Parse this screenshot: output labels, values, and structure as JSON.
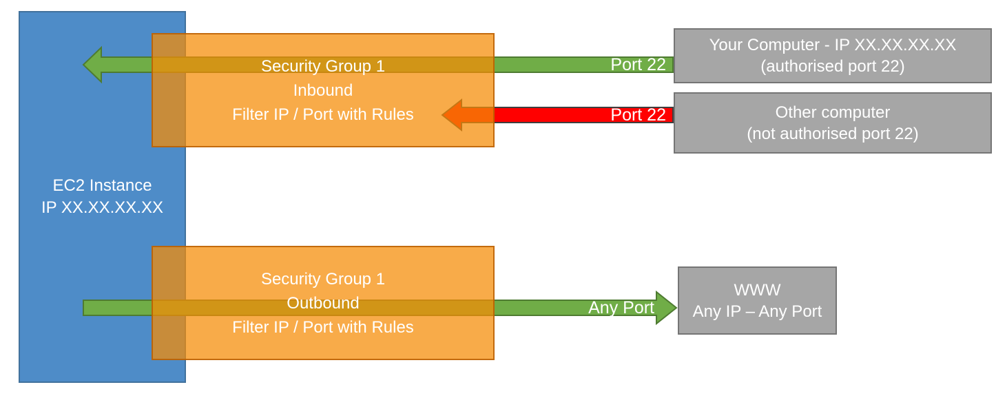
{
  "diagram": {
    "title": "EC2 Security Group inbound/outbound filtering diagram",
    "ec2_box": {
      "line1": "EC2 Instance",
      "line2": "IP XX.XX.XX.XX"
    },
    "security_group_inbound": {
      "line1": "Security Group 1",
      "line2": "Inbound",
      "line3": "Filter IP / Port with Rules"
    },
    "security_group_outbound": {
      "line1": "Security Group 1",
      "line2": "Outbound",
      "line3": "Filter IP / Port with Rules"
    },
    "your_computer_box": {
      "line1": "Your Computer - IP XX.XX.XX.XX",
      "line2": "(authorised port 22)"
    },
    "other_computer_box": {
      "line1": "Other computer",
      "line2": "(not authorised port 22)"
    },
    "www_box": {
      "line1": "WWW",
      "line2": "Any IP – Any Port"
    },
    "arrows": {
      "inbound_allowed_label": "Port 22",
      "inbound_blocked_label": "Port 22",
      "outbound_label": "Any Port"
    },
    "colors": {
      "ec2_fill": "#4E8CC8",
      "ec2_border": "#41719C",
      "security_group_fill": "#F59F29",
      "security_group_border": "#CE8F2F",
      "allowed_arrow_fill": "#70AD47",
      "allowed_arrow_border": "#4E7B31",
      "blocked_arrow_fill": "#FF0000",
      "blocked_arrow_border": "#3F3F3F",
      "external_box_fill": "#A6A6A6",
      "external_box_border": "#757575",
      "text": "#FFFFFF"
    }
  }
}
